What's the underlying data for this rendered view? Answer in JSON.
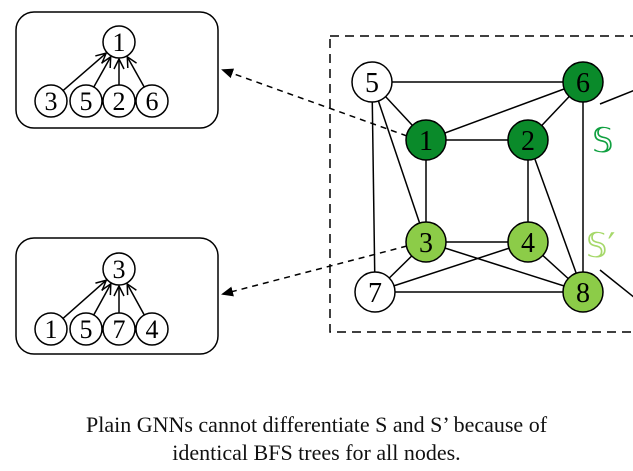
{
  "colors": {
    "dark_green": "#0a8a2a",
    "light_green": "#8ccc48",
    "white": "#ffffff",
    "stroke": "#000000",
    "set_S_label": "#10a040",
    "set_S_prime_label": "#a6d86a"
  },
  "trees": [
    {
      "root": "1",
      "children": [
        "3",
        "5",
        "2",
        "6"
      ]
    },
    {
      "root": "3",
      "children": [
        "1",
        "5",
        "7",
        "4"
      ]
    }
  ],
  "graph": {
    "nodes": [
      {
        "id": "5",
        "fill": "white"
      },
      {
        "id": "6",
        "fill": "dark_green"
      },
      {
        "id": "1",
        "fill": "dark_green"
      },
      {
        "id": "2",
        "fill": "dark_green"
      },
      {
        "id": "3",
        "fill": "light_green"
      },
      {
        "id": "4",
        "fill": "light_green"
      },
      {
        "id": "7",
        "fill": "white"
      },
      {
        "id": "8",
        "fill": "light_green"
      }
    ],
    "edges": [
      [
        "5",
        "6"
      ],
      [
        "5",
        "1"
      ],
      [
        "5",
        "3"
      ],
      [
        "5",
        "7"
      ],
      [
        "6",
        "1"
      ],
      [
        "6",
        "2"
      ],
      [
        "6",
        "8"
      ],
      [
        "1",
        "2"
      ],
      [
        "1",
        "3"
      ],
      [
        "2",
        "4"
      ],
      [
        "2",
        "8"
      ],
      [
        "3",
        "4"
      ],
      [
        "3",
        "7"
      ],
      [
        "3",
        "8"
      ],
      [
        "4",
        "7"
      ],
      [
        "4",
        "8"
      ],
      [
        "7",
        "8"
      ]
    ],
    "set_labels": {
      "S": "𝕊",
      "S_prime": "𝕊′"
    }
  },
  "caption": {
    "line1": "Plain GNNs cannot differentiate S and S’ because of",
    "line2": "identical BFS trees for all nodes."
  }
}
